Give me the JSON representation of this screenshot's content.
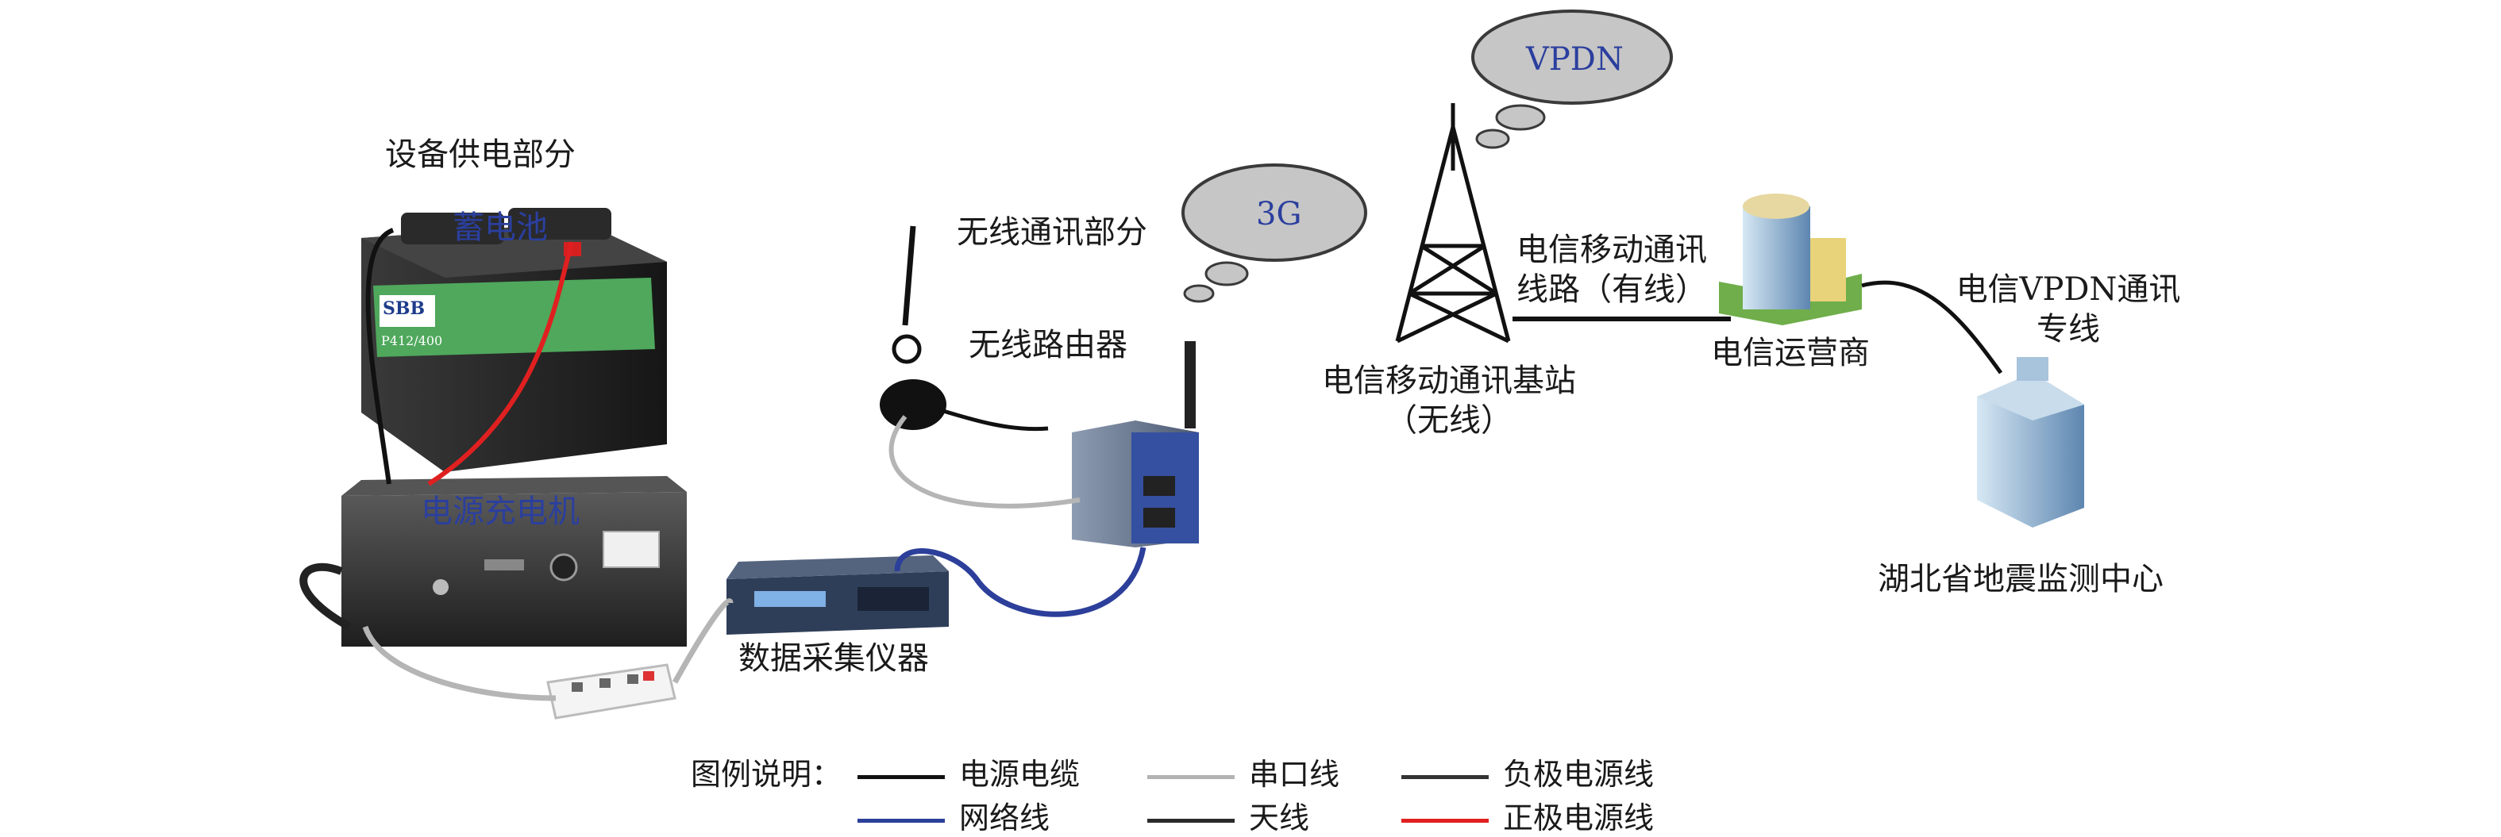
{
  "diagram": {
    "power_section": "设备供电部分",
    "battery": "蓄电池",
    "battery_brand": "SBB",
    "battery_model": "P412/400",
    "charger": "电源充电机",
    "data_logger": "数据采集仪器",
    "wireless_section": "无线通讯部分",
    "router": "无线路由器",
    "cloud_3g": "3G",
    "cloud_vpdn": "VPDN",
    "base_station": [
      "电信移动通讯基站",
      "（无线）"
    ],
    "wired_line": [
      "电信移动通讯",
      "线路（有线）"
    ],
    "operator": "电信运营商",
    "vpdn_line": [
      "电信VPDN通讯",
      "专线"
    ],
    "center": "湖北省地震监测中心"
  },
  "legend": {
    "title": "图例说明：",
    "items": [
      {
        "label": "电源电缆",
        "color": "#111111"
      },
      {
        "label": "串口线",
        "color": "#b3b3b3"
      },
      {
        "label": "负极电源线",
        "color": "#333333"
      },
      {
        "label": "网络线",
        "color": "#2c3f9a"
      },
      {
        "label": "天线",
        "color": "#2a2a2a"
      },
      {
        "label": "正极电源线",
        "color": "#e02020"
      }
    ]
  }
}
